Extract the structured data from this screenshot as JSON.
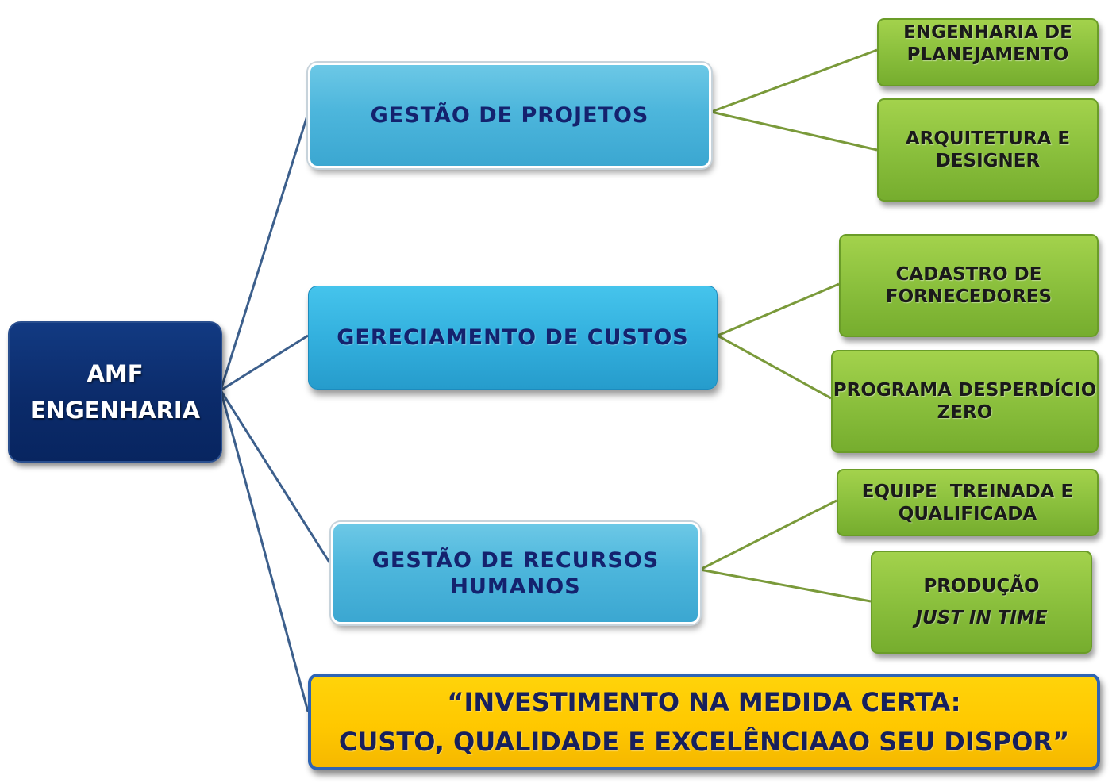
{
  "colors": {
    "root": "#0b2b6a",
    "category_blue": "#4db6dc",
    "leaf_green": "#8bc03d",
    "motto_yellow": "#ffc800",
    "connector_blue": "#3c5f8c",
    "connector_green": "#7a9a3a"
  },
  "root": {
    "line1": "AMF",
    "line2": "ENGENHARIA"
  },
  "branches": {
    "projetos": {
      "label": "GESTÃO DE PROJETOS",
      "children": [
        {
          "line1": "ENGENHARIA DE",
          "line2": "PLANEJAMENTO"
        },
        {
          "line1": "ARQUITETURA E",
          "line2": "DESIGNER"
        }
      ]
    },
    "custos": {
      "label": "GERECIAMENTO DE CUSTOS",
      "children": [
        {
          "line1": "CADASTRO DE",
          "line2": "FORNECEDORES"
        },
        {
          "line1": "PROGRAMA DESPERDÍCIO",
          "line2": "ZERO"
        }
      ]
    },
    "rh": {
      "line1": "GESTÃO DE RECURSOS",
      "line2": "HUMANOS",
      "children": [
        {
          "line1": "EQUIPE  TREINADA E",
          "line2": "QUALIFICADA"
        },
        {
          "line1": "PRODUÇÃO",
          "line2": "JUST IN TIME"
        }
      ]
    }
  },
  "motto": {
    "line1": "“INVESTIMENTO NA MEDIDA CERTA:",
    "line2": "CUSTO, QUALIDADE E EXCELÊNCIAAO SEU DISPOR”"
  }
}
